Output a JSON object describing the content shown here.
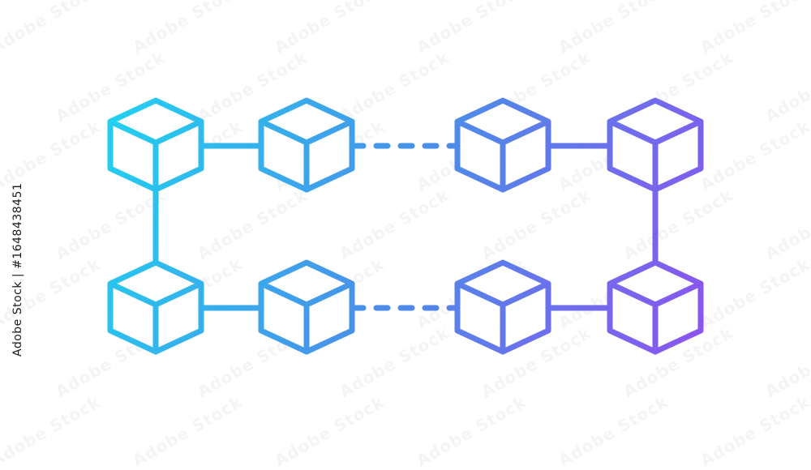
{
  "colors": {
    "gradient_start": "#22d0f0",
    "gradient_mid": "#4a8ee8",
    "gradient_end": "#8a55f0",
    "background": "#ffffff"
  },
  "watermark_text": "Adobe Stock",
  "stock_id": "Adobe Stock | #1648438451",
  "diagram": {
    "nodes": [
      {
        "id": "top-1",
        "icon": "cube-icon"
      },
      {
        "id": "top-2",
        "icon": "cube-icon"
      },
      {
        "id": "top-3",
        "icon": "cube-icon"
      },
      {
        "id": "top-4",
        "icon": "cube-icon"
      },
      {
        "id": "bottom-1",
        "icon": "cube-icon"
      },
      {
        "id": "bottom-2",
        "icon": "cube-icon"
      },
      {
        "id": "bottom-3",
        "icon": "cube-icon"
      },
      {
        "id": "bottom-4",
        "icon": "cube-icon"
      }
    ],
    "edges": [
      {
        "from": "top-1",
        "to": "top-2",
        "style": "solid"
      },
      {
        "from": "top-2",
        "to": "top-3",
        "style": "dashed"
      },
      {
        "from": "top-3",
        "to": "top-4",
        "style": "solid"
      },
      {
        "from": "bottom-1",
        "to": "bottom-2",
        "style": "solid"
      },
      {
        "from": "bottom-2",
        "to": "bottom-3",
        "style": "dashed"
      },
      {
        "from": "bottom-3",
        "to": "bottom-4",
        "style": "solid"
      },
      {
        "from": "top-1",
        "to": "bottom-1",
        "style": "solid"
      },
      {
        "from": "top-4",
        "to": "bottom-4",
        "style": "solid"
      }
    ]
  }
}
